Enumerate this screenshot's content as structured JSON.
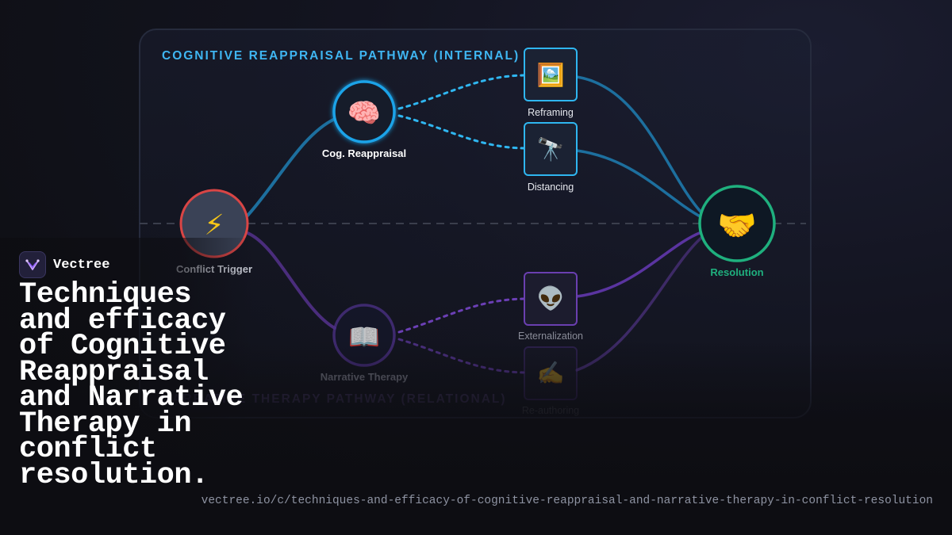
{
  "diagram": {
    "top_pathway_title": "COGNITIVE REAPPRAISAL PATHWAY (INTERNAL)",
    "bottom_pathway_title": "NARRATIVE THERAPY PATHWAY (RELATIONAL)",
    "nodes": {
      "conflict_trigger": {
        "label": "Conflict Trigger",
        "icon": "⚡",
        "icon_name": "lightning-icon"
      },
      "cog_reappraisal": {
        "label": "Cog. Reappraisal",
        "icon": "🧠",
        "icon_name": "brain-icon"
      },
      "reframing": {
        "label": "Reframing",
        "icon": "🖼️",
        "icon_name": "framed-picture-icon"
      },
      "distancing": {
        "label": "Distancing",
        "icon": "🔭",
        "icon_name": "telescope-icon"
      },
      "narrative_therapy": {
        "label": "Narrative Therapy",
        "icon": "📖",
        "icon_name": "open-book-icon"
      },
      "externalization": {
        "label": "Externalization",
        "icon": "👽",
        "icon_name": "alien-icon"
      },
      "re_authoring": {
        "label": "Re-authoring",
        "icon": "✍️",
        "icon_name": "writing-hand-icon"
      },
      "resolution": {
        "label": "Resolution",
        "icon": "🤝",
        "icon_name": "handshake-icon"
      }
    },
    "colors": {
      "cognitive": "#1aa3e8",
      "narrative": "#6a3fb0",
      "trigger": "#d94545",
      "resolution": "#1fb07e",
      "title_blue": "#3fb6f2"
    }
  },
  "brand": {
    "name": "Vectree"
  },
  "title": "Techniques and efficacy of Cognitive Reappraisal and Narrative Therapy in conflict resolution.",
  "url": "vectree.io/c/techniques-and-efficacy-of-cognitive-reappraisal-and-narrative-therapy-in-conflict-resolution"
}
